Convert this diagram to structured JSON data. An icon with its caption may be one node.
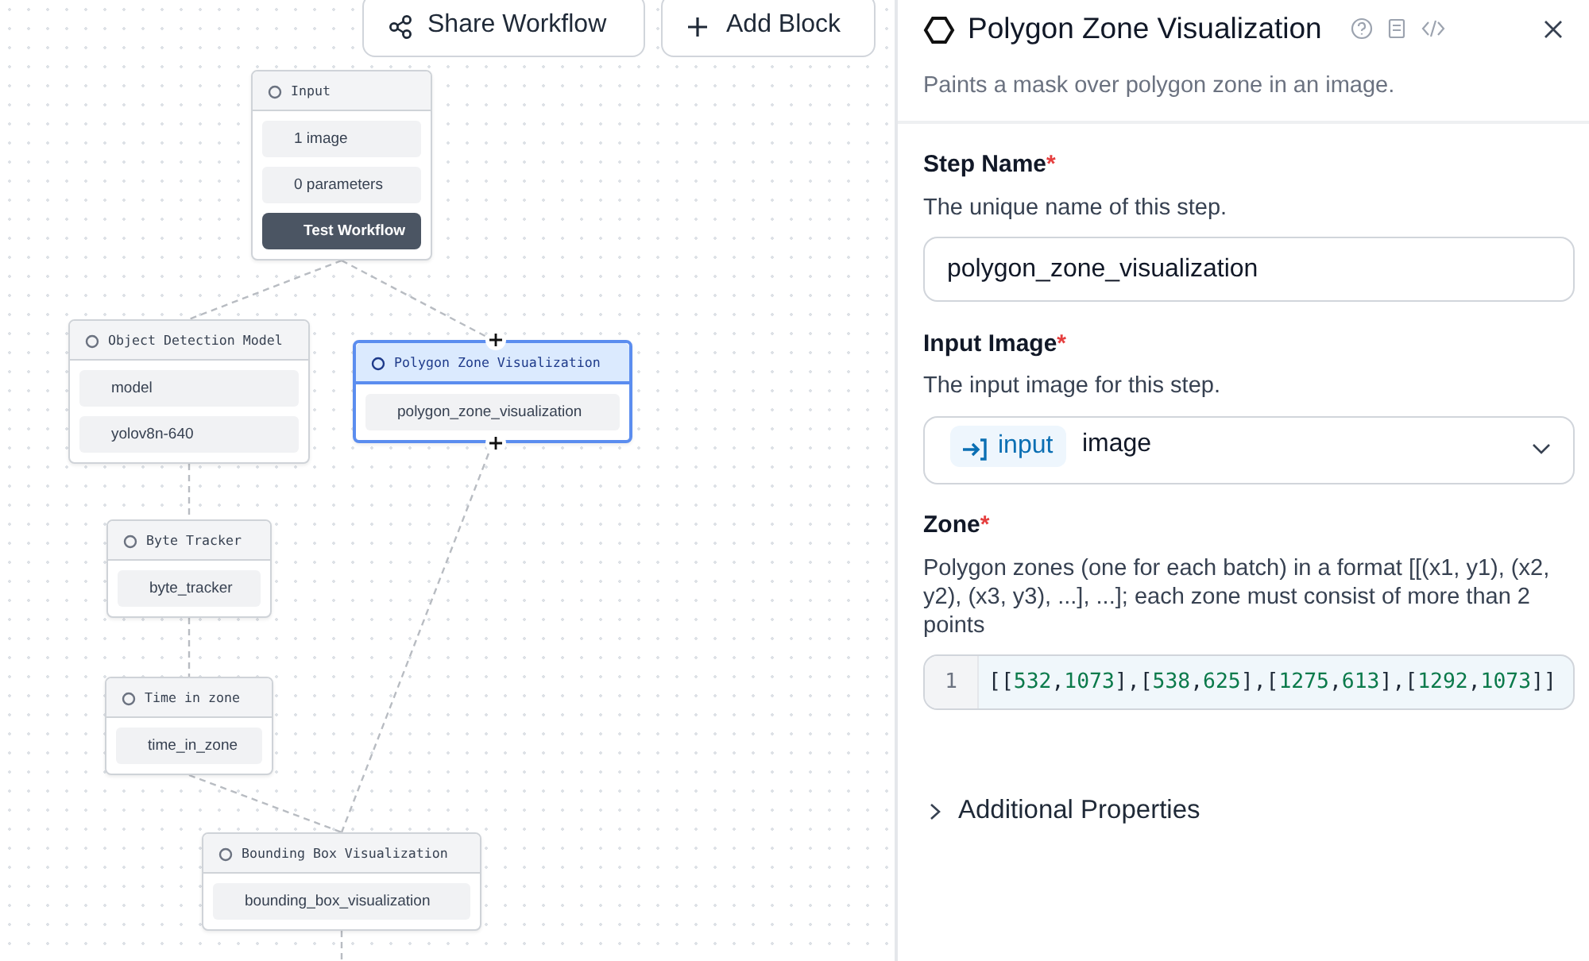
{
  "diagram": {
    "nodes": [
      {
        "text": [
          "Input",
          "1 image",
          "0 parameters",
          "Test Workflow"
        ]
      },
      {
        "text": [
          "Object Detection Model",
          "model",
          "yolov8n-640"
        ]
      },
      {
        "text": [
          "Polygon Zone Visualization",
          "polygon_zone_visualization"
        ]
      },
      {
        "text": [
          "Byte Tracker",
          "byte_tracker"
        ]
      },
      {
        "text": [
          "Time in zone",
          "time_in_zone"
        ]
      },
      {
        "text": [
          "Bounding Box Visualization",
          "bounding_box_visualization"
        ]
      }
    ],
    "edges": [
      {
        "from": 0,
        "to": 1,
        "arrow": "none",
        "style": "dashed"
      },
      {
        "from": 0,
        "to": 2,
        "arrow": "none",
        "style": "dashed"
      },
      {
        "from": 1,
        "to": 3,
        "arrow": "none",
        "style": "dashed"
      },
      {
        "from": 3,
        "to": 4,
        "arrow": "none",
        "style": "dashed"
      },
      {
        "from": 4,
        "to": 5,
        "arrow": "none",
        "style": "dashed"
      },
      {
        "from": 2,
        "to": 5,
        "arrow": "none",
        "style": "dashed"
      },
      {
        "from": 5,
        "to": null,
        "arrow": "none",
        "style": "dashed"
      }
    ],
    "labels": [
      "Share Workflow",
      "Add Block",
      "Polygon Zone Visualization",
      "Paints a mask over polygon zone in an image.",
      "Step Name*",
      "The unique name of this step.",
      "polygon_zone_visualization",
      "Input Image*",
      "The input image for this step.",
      "input",
      "image",
      "Zone*",
      "Polygon zones (one for each batch) in a format [[(x1, y1), (x2, y2), (x3, y3), ...], ...]; each zone must consist of more than 2 points",
      "1",
      "[[532,1073],[538,625],[1275,613],[1292,1073]]",
      "Additional Properties"
    ]
  }
}
